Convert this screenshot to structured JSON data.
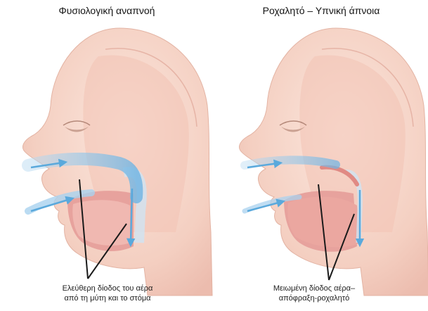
{
  "panels": [
    {
      "title": "Φυσιολογική αναπνοή",
      "caption": [
        "Ελεύθερη δίοδος του αέρα",
        "από τη μύτη και το στόμα"
      ]
    },
    {
      "title": "Ροχαλητό – Υπνική άπνοια",
      "caption": [
        "Μειωμένη δίοδος αέρα–",
        "απόφραξη-ροχαλητό"
      ]
    }
  ],
  "colors": {
    "skin": "#f6d8cc",
    "skin_shade": "#eec0b2",
    "mouth": "#e89a96",
    "tongue": "#f0b4ae",
    "airflow": "#8ec3e6",
    "arrow": "#5aa9dc",
    "callout": "#1a1a1a"
  }
}
